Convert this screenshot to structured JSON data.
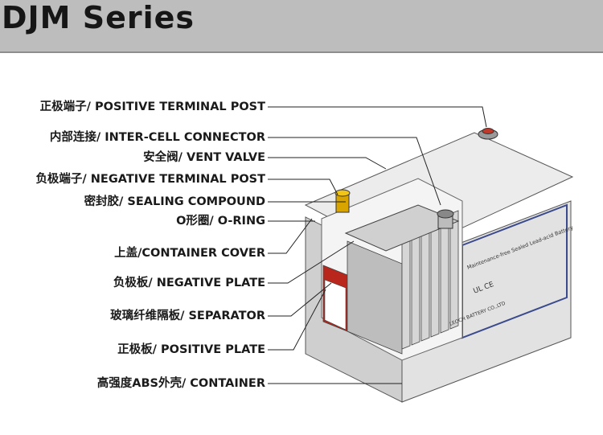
{
  "header": {
    "title": "DJM Series"
  },
  "callouts": [
    "正极端子/ POSITIVE TERMINAL POST",
    "内部连接/ INTER-CELL CONNECTOR",
    "安全阀/ VENT VALVE",
    "负极端子/ NEGATIVE TERMINAL POST",
    "密封胶/ SEALING COMPOUND",
    "O形圈/ O-RING",
    "上盖/CONTAINER COVER",
    "负极板/ NEGATIVE PLATE",
    "玻璃纤维隔板/ SEPARATOR",
    "正极板/ POSITIVE PLATE",
    "高强度ABS外壳/ CONTAINER"
  ],
  "battery_label": {
    "line1": "Maintenance-free Sealed Lead-acid Battery",
    "line2": "LEOCH BATTERY CO.,LTD",
    "marks": "UL CE"
  },
  "colors": {
    "header": "#bdbdbd",
    "case": "#dcdcdc",
    "cover": "#e6e6e6",
    "stripe": "#3a4a8c",
    "plate_red": "#b8261c"
  }
}
